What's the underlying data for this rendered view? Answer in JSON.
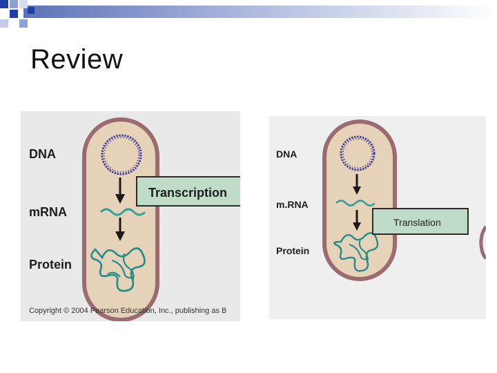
{
  "slide": {
    "title": "Review"
  },
  "left_figure": {
    "labels": {
      "dna": "DNA",
      "mrna": "mRNA",
      "protein": "Protein"
    },
    "process_label": "Transcription",
    "copyright": "Copyright © 2004 Pearson Education, Inc., publishing as B"
  },
  "right_figure": {
    "labels": {
      "dna": "DNA",
      "mrna": "m.RNA",
      "protein": "Protein"
    },
    "process_label": "Translation"
  },
  "colors": {
    "cell_fill": "#e6d2b8",
    "cell_border": "#9a6b6f",
    "dna_strand": "#3e3d9c",
    "mrna_strand": "#2fa39a",
    "protein_strand": "#1f8b8a",
    "process_box_fill": "#bfdcc8",
    "arrow": "#1a1a1a",
    "header_blue": "#1f3fa8"
  }
}
